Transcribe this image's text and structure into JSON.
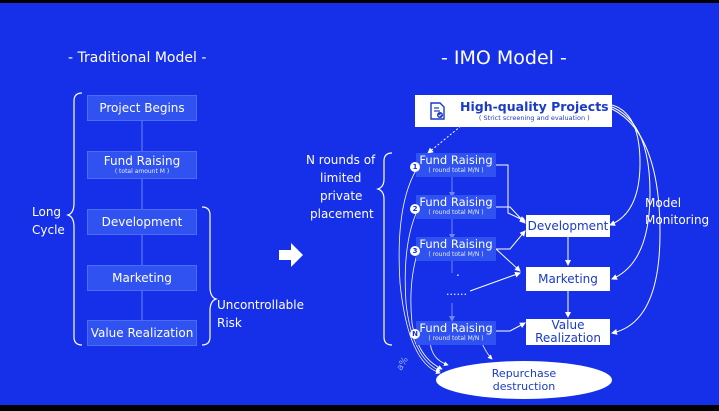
{
  "traditional": {
    "title": "- Traditional Model -",
    "steps": [
      {
        "label": "Project Begins",
        "sub": ""
      },
      {
        "label": "Fund Raising",
        "sub": "( total amount M )"
      },
      {
        "label": "Development",
        "sub": ""
      },
      {
        "label": "Marketing",
        "sub": ""
      },
      {
        "label": "Value Realization",
        "sub": ""
      }
    ],
    "long_cycle": [
      "Long",
      "Cycle"
    ],
    "risk": [
      "Uncontrollable",
      "Risk"
    ]
  },
  "imo": {
    "title": "- IMO Model -",
    "top_box": {
      "label": "High-quality Projects",
      "sub": "( Strict screening and evaluation )"
    },
    "rounds_label": [
      "N rounds of",
      "limited",
      "private",
      "placement"
    ],
    "fund_rounds": [
      {
        "badge": "1",
        "label": "Fund Raising",
        "sub": "( round total M/N )"
      },
      {
        "badge": "2",
        "label": "Fund Raising",
        "sub": "( round total M/N )"
      },
      {
        "badge": "3",
        "label": "Fund Raising",
        "sub": "( round total M/N )"
      },
      {
        "badge": "N",
        "label": "Fund Raising",
        "sub": "( round total M/N )"
      }
    ],
    "ellipsis_dots": ".",
    "ellipsis_row": "......",
    "stages": [
      "Development",
      "Marketing"
    ],
    "value_box": [
      "Value",
      "Realization"
    ],
    "monitoring": [
      "Model",
      "Monitoring"
    ],
    "repurchase": [
      "Repurchase",
      "destruction"
    ],
    "percent_label": "a%"
  },
  "colors": {
    "background": "#1530e8",
    "box_blue": "#2f52f0",
    "white": "#ffffff"
  }
}
